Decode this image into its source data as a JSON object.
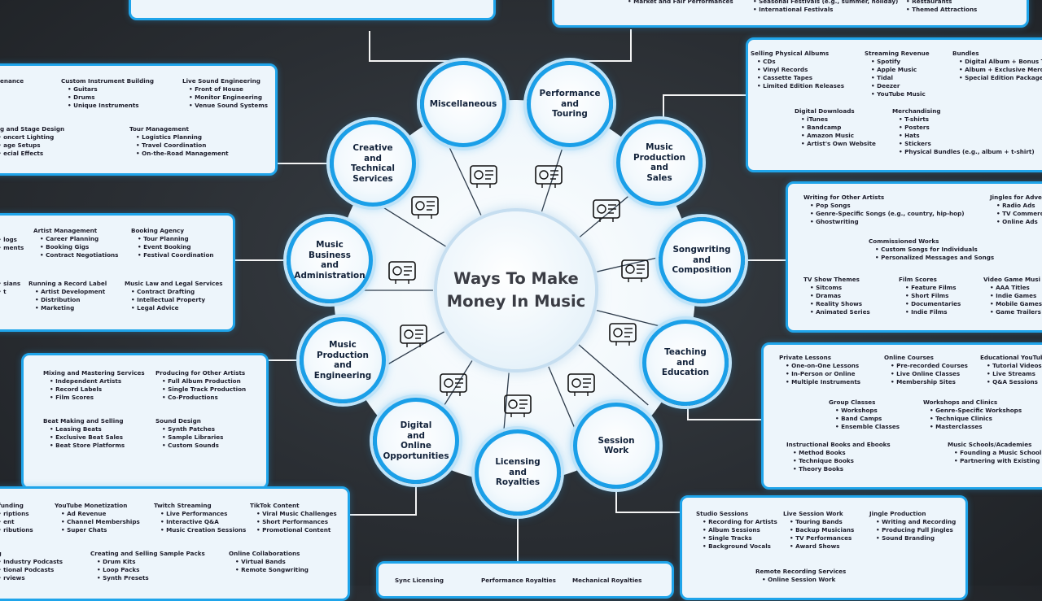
{
  "title": "Ways To Make Money In Music",
  "title_lines": [
    "Ways To Make",
    "Money In Music"
  ],
  "nodes": [
    {
      "label": "Miscellaneous",
      "icon": "gears-network-icon"
    },
    {
      "label": "Performance and Touring",
      "icon": "airplane-speedometer-icon"
    },
    {
      "label": "Music Production and Sales",
      "icon": "vinyl-record-store-icon"
    },
    {
      "label": "Songwriting and Composition",
      "icon": "sheet-pen-icon"
    },
    {
      "label": "Teaching and Education",
      "icon": "teacher-board-icon"
    },
    {
      "label": "Session Work",
      "icon": "headset-laptop-icon"
    },
    {
      "label": "Licensing and Royalties",
      "icon": "contract-award-icon"
    },
    {
      "label": "Digital and Online Opportunities",
      "icon": "monitor-microphone-icon"
    },
    {
      "label": "Music Production and Engineering",
      "icon": "mixing-desk-icon"
    },
    {
      "label": "Music Business and Administration",
      "icon": "cash-register-icon"
    },
    {
      "label": "Creative and Technical Services",
      "icon": "studio-setup-icon"
    }
  ],
  "boxes": [
    {
      "id": "top-misc",
      "groups": []
    },
    {
      "id": "top-perf",
      "groups": [
        {
          "heading": "",
          "items": [
            "Market and Fair Performances"
          ]
        },
        {
          "heading": "",
          "items": [
            "Seasonal Festivals (e.g., summer, holiday)",
            "International Festivals"
          ]
        },
        {
          "heading": "",
          "items": [
            "Restaurants",
            "Themed Attractions"
          ]
        }
      ]
    },
    {
      "id": "creative",
      "groups": [
        {
          "heading": "intenance",
          "items": []
        },
        {
          "heading": "Custom Instrument Building",
          "items": [
            "Guitars",
            "Drums",
            "Unique Instruments"
          ]
        },
        {
          "heading": "Live Sound Engineering",
          "items": [
            "Front of House",
            "Monitor Engineering",
            "Venue Sound Systems"
          ]
        },
        {
          "heading": "ting and Stage Design",
          "items": [
            "oncert Lighting",
            "age Setups",
            "ecial Effects"
          ]
        },
        {
          "heading": "Tour Management",
          "items": [
            "Logistics Planning",
            "Travel Coordination",
            "On-the-Road Management"
          ]
        }
      ]
    },
    {
      "id": "business",
      "groups": [
        {
          "heading": "",
          "items": [
            "logs",
            "ments"
          ]
        },
        {
          "heading": "Artist Management",
          "items": [
            "Career Planning",
            "Booking Gigs",
            "Contract Negotiations"
          ]
        },
        {
          "heading": "Booking Agency",
          "items": [
            "Tour Planning",
            "Event Booking",
            "Festival Coordination"
          ]
        },
        {
          "heading": "",
          "items": [
            "sians",
            "t"
          ]
        },
        {
          "heading": "Running a Record Label",
          "items": [
            "Artist Development",
            "Distribution",
            "Marketing"
          ]
        },
        {
          "heading": "Music Law and Legal Services",
          "items": [
            "Contract Drafting",
            "Intellectual Property",
            "Legal Advice"
          ]
        }
      ]
    },
    {
      "id": "engineering",
      "groups": [
        {
          "heading": "Mixing and Mastering Services",
          "items": [
            "Independent Artists",
            "Record Labels",
            "Film Scores"
          ]
        },
        {
          "heading": "Producing for Other Artists",
          "items": [
            "Full Album Production",
            "Single Track Production",
            "Co-Productions"
          ]
        },
        {
          "heading": "Beat Making and Selling",
          "items": [
            "Leasing Beats",
            "Exclusive Beat Sales",
            "Beat Store Platforms"
          ]
        },
        {
          "heading": "Sound Design",
          "items": [
            "Synth Patches",
            "Sample Libraries",
            "Custom Sounds"
          ]
        }
      ]
    },
    {
      "id": "digital",
      "groups": [
        {
          "heading": "rdfunding",
          "items": [
            "riptions",
            "ent",
            "ributions"
          ]
        },
        {
          "heading": "YouTube Monetization",
          "items": [
            "Ad Revenue",
            "Channel Memberships",
            "Super Chats"
          ]
        },
        {
          "heading": "Twitch Streaming",
          "items": [
            "Live Performances",
            "Interactive Q&A",
            "Music Creation Sessions"
          ]
        },
        {
          "heading": "TikTok Content",
          "items": [
            "Viral Music Challenges",
            "Short Performances",
            "Promotional Content"
          ]
        },
        {
          "heading": "ing",
          "items": [
            "Industry Podcasts",
            "tional Podcasts",
            "rviews"
          ]
        },
        {
          "heading": "Creating and Selling Sample Packs",
          "items": [
            "Drum Kits",
            "Loop Packs",
            "Synth Presets"
          ]
        },
        {
          "heading": "Online Collaborations",
          "items": [
            "Virtual Bands",
            "Remote Songwriting"
          ]
        }
      ]
    },
    {
      "id": "licensing",
      "groups": [
        {
          "heading": "Sync Licensing",
          "items": []
        },
        {
          "heading": "Performance Royalties",
          "items": []
        },
        {
          "heading": "Mechanical Royalties",
          "items": []
        }
      ]
    },
    {
      "id": "session",
      "groups": [
        {
          "heading": "Studio Sessions",
          "items": [
            "Recording for Artists",
            "Album Sessions",
            "Single Tracks",
            "Background Vocals"
          ]
        },
        {
          "heading": "Live Session Work",
          "items": [
            "Touring Bands",
            "Backup Musicians",
            "TV Performances",
            "Award Shows"
          ]
        },
        {
          "heading": "Jingle Production",
          "items": [
            "Writing and Recording",
            "Producing Full Jingles",
            "Sound Branding"
          ]
        },
        {
          "heading": "Remote Recording Services",
          "items": [
            "Online Session Work"
          ]
        }
      ]
    },
    {
      "id": "teaching",
      "groups": [
        {
          "heading": "Private Lessons",
          "items": [
            "One-on-One Lessons",
            "In-Person or Online",
            "Multiple Instruments"
          ]
        },
        {
          "heading": "Online Courses",
          "items": [
            "Pre-recorded Courses",
            "Live Online Classes",
            "Membership Sites"
          ]
        },
        {
          "heading": "Educational YouTub",
          "items": [
            "Tutorial Videos",
            "Live Streams",
            "Q&A Sessions"
          ]
        },
        {
          "heading": "Group Classes",
          "items": [
            "Workshops",
            "Band Camps",
            "Ensemble Classes"
          ]
        },
        {
          "heading": "Workshops and Clinics",
          "items": [
            "Genre-Specific Workshops",
            "Technique Clinics",
            "Masterclasses"
          ]
        },
        {
          "heading": "Instructional Books and Ebooks",
          "items": [
            "Method Books",
            "Technique Books",
            "Theory Books"
          ]
        },
        {
          "heading": "Music Schools/Academies",
          "items": [
            "Founding a Music School",
            "Partnering with Existing Sch"
          ]
        }
      ]
    },
    {
      "id": "songwriting",
      "groups": [
        {
          "heading": "Writing for Other Artists",
          "items": [
            "Pop Songs",
            "Genre-Specific Songs (e.g., country, hip-hop)",
            "Ghostwriting"
          ]
        },
        {
          "heading": "Jingles for Advertiseme",
          "items": [
            "Radio Ads",
            "TV Commercials",
            "Online Ads"
          ]
        },
        {
          "heading": "Commissioned Works",
          "items": [
            "Custom Songs for Individuals",
            "Personalized Messages and Songs"
          ]
        },
        {
          "heading": "TV Show Themes",
          "items": [
            "Sitcoms",
            "Dramas",
            "Reality Shows",
            "Animated Series"
          ]
        },
        {
          "heading": "Film Scores",
          "items": [
            "Feature Films",
            "Short Films",
            "Documentaries",
            "Indie Films"
          ]
        },
        {
          "heading": "Video Game Musi",
          "items": [
            "AAA Titles",
            "Indie Games",
            "Mobile Games",
            "Game Trailers"
          ]
        }
      ]
    },
    {
      "id": "sales",
      "groups": [
        {
          "heading": "Selling Physical Albums",
          "items": [
            "CDs",
            "Vinyl Records",
            "Cassette Tapes",
            "Limited Edition Releases"
          ]
        },
        {
          "heading": "Streaming Revenue",
          "items": [
            "Spotify",
            "Apple Music",
            "Tidal",
            "Deezer",
            "YouTube Music"
          ]
        },
        {
          "heading": "Bundles",
          "items": [
            "Digital Album + Bonus Trac",
            "Album + Exclusive Merch",
            "Special Edition Packages"
          ]
        },
        {
          "heading": "Digital Downloads",
          "items": [
            "iTunes",
            "Bandcamp",
            "Amazon Music",
            "Artist's Own Website"
          ]
        },
        {
          "heading": "Merchandising",
          "items": [
            "T-shirts",
            "Posters",
            "Hats",
            "Stickers",
            "Physical Bundles (e.g., album + t-shirt)"
          ]
        }
      ]
    }
  ],
  "colors": {
    "accent": "#1a9fe8",
    "background": "#2c3035",
    "box_fill": "#edf5fb",
    "title_text": "#3a3c44"
  }
}
